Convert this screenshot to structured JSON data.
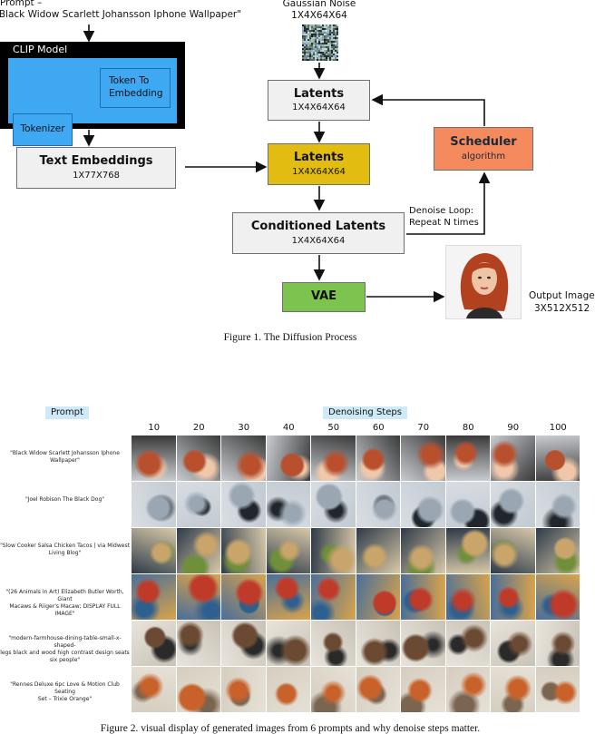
{
  "figure1": {
    "prompt_line1": "Prompt –",
    "prompt_line2": "\"Black Widow Scarlett Johansson Iphone Wallpaper\"",
    "noise_title": "Gaussian Noise",
    "noise_dims": "1X4X64X64",
    "clip_title": "CLIP Model",
    "tokenizer": "Tokenizer",
    "token_to_embedding": "Token To Embedding",
    "text_embeddings": "Text Embeddings",
    "text_embeddings_dims": "1X77X768",
    "latents_top": "Latents",
    "latents_top_dims": "1X4X64X64",
    "latents_mid": "Latents",
    "latents_mid_dims": "1X4X64X64",
    "scheduler": "Scheduler",
    "scheduler_sub": "algorithm",
    "denoise_loop": "Denoise Loop:",
    "repeat": "Repeat N times",
    "conditioned": "Conditioned Latents",
    "conditioned_dims": "1X4X64X64",
    "vae": "VAE",
    "output_label": "Output Image",
    "output_dims": "3X512X512",
    "caption": "Figure 1. The Diffusion Process",
    "colors": {
      "clip_bg": "#000000",
      "clip_inner": "#3ea8f3",
      "latents_mid": "#e3bc12",
      "scheduler": "#f58a5c",
      "vae": "#7dc34f"
    }
  },
  "figure2": {
    "prompt_header": "Prompt",
    "steps_header": "Denoising Steps",
    "steps": [
      "10",
      "20",
      "30",
      "40",
      "50",
      "60",
      "70",
      "80",
      "90",
      "100"
    ],
    "prompts": [
      "\"Black Widow Scarlett Johansson Iphone Wallpaper\"",
      "\"Joel Robison The Black Dog\"",
      "\"Slow Cooker Salsa Chicken Tacos | via Midwest\nLiving Blog\"",
      "\"(26 Animals in Art) Elizabeth Butler Worth, Giant\nMacaws & Riiger's Macaw; DISPLAY FULL IMAGE\"",
      "\"modern-farmhouse-dining-table-small-x-shaped-\nlegs black and wood high contrast design seats\nsix people\"",
      "\"Rennes Deluxe 6pc Love & Motion Club Seating\nSet – Trixie Orange\""
    ],
    "caption": "Figure 2. visual display of generated images from 6 prompts and why denoise steps matter."
  }
}
